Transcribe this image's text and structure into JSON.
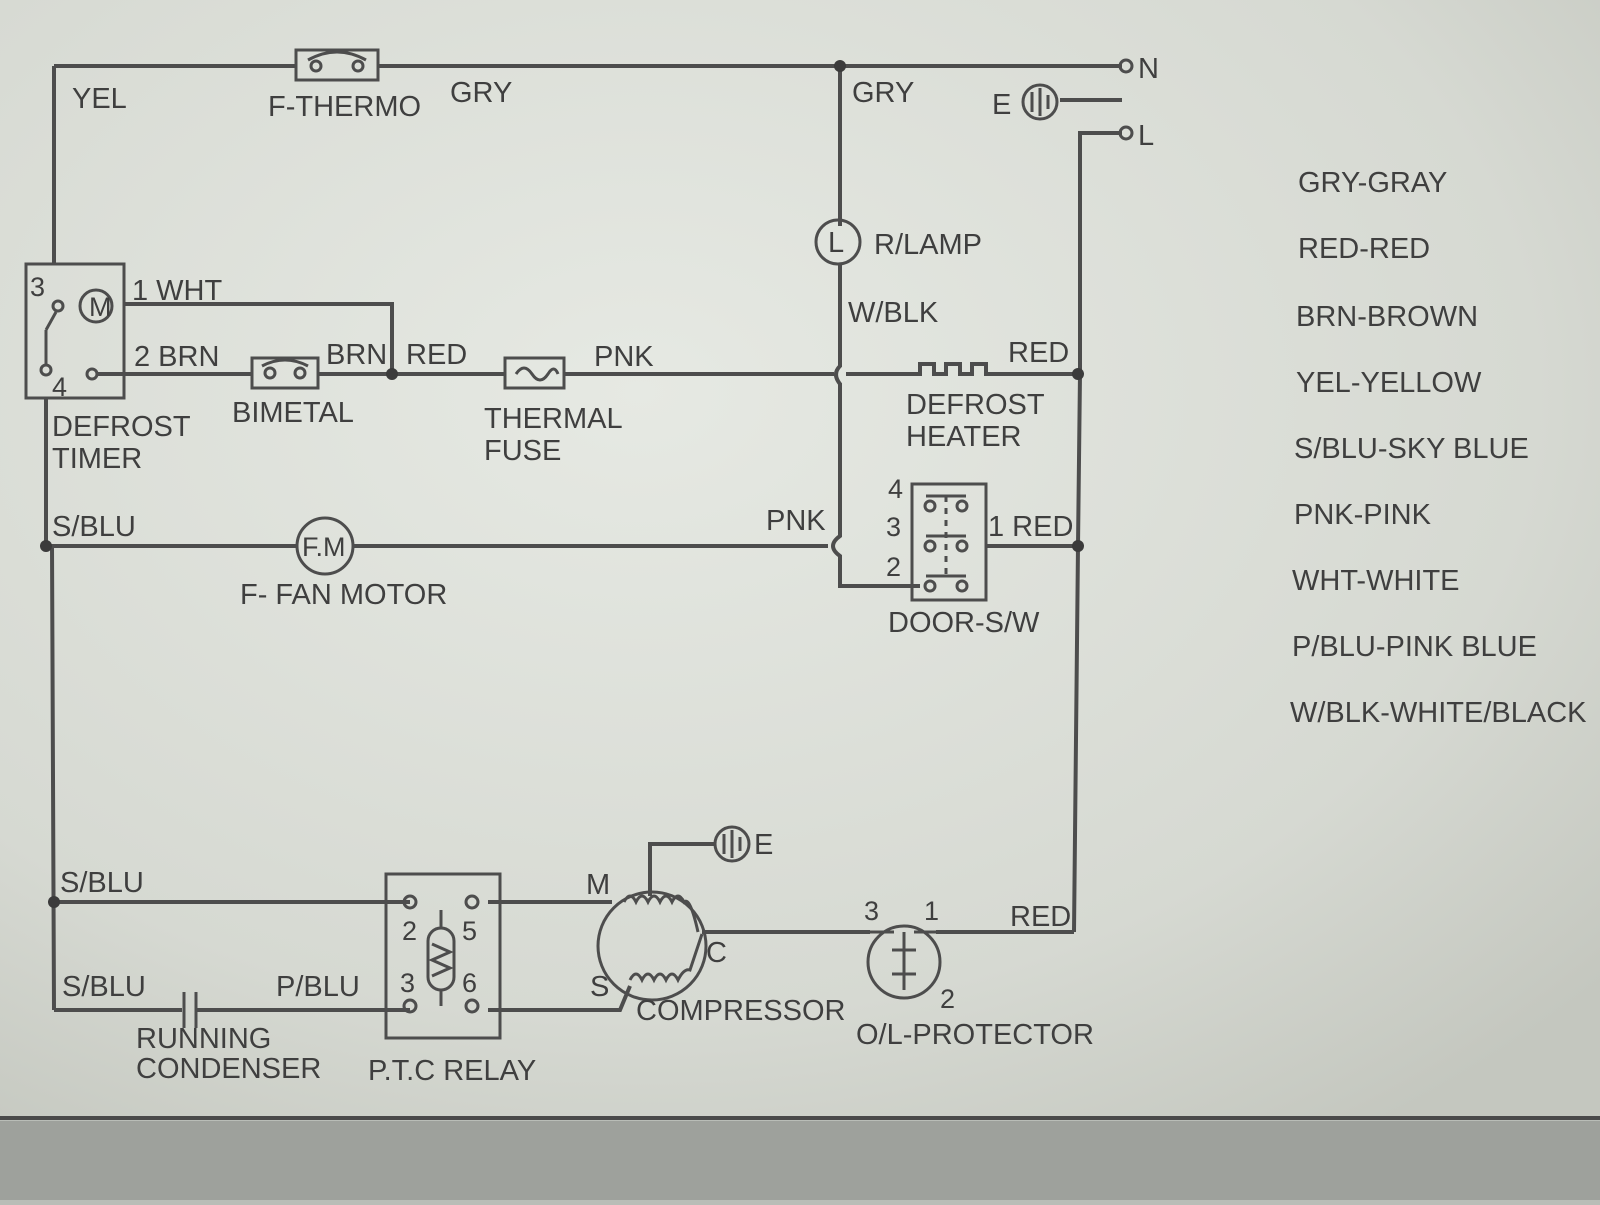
{
  "wire_labels": {
    "yel": "YEL",
    "gry_top": "GRY",
    "gry_mid": "GRY",
    "wht": "1 WHT",
    "brn2": "2 BRN",
    "brn": "BRN",
    "red1": "RED",
    "pnk1": "PNK",
    "red_heater": "RED",
    "wblk": "W/BLK",
    "sblu1": "S/BLU",
    "pnk2": "PNK",
    "red_door": "1 RED",
    "sblu2": "S/BLU",
    "sblu3": "S/BLU",
    "pblu": "P/BLU",
    "red_comp": "RED"
  },
  "components": {
    "f_thermo": "F-THERMO",
    "r_lamp": "R/LAMP",
    "lamp_symbol": "L",
    "defrost_timer_1": "DEFROST",
    "defrost_timer_2": "TIMER",
    "timer_motor": "M",
    "bimetal": "BIMETAL",
    "thermal_fuse_1": "THERMAL",
    "thermal_fuse_2": "FUSE",
    "defrost_heater_1": "DEFROST",
    "defrost_heater_2": "HEATER",
    "fan_motor_symbol": "F.M",
    "fan_motor": "F- FAN MOTOR",
    "door_switch": "DOOR-S/W",
    "running_condenser_1": "RUNNING",
    "running_condenser_2": "CONDENSER",
    "ptc_relay": "P.T.C RELAY",
    "compressor": "COMPRESSOR",
    "ol_protector": "O/L-PROTECTOR"
  },
  "terminals": {
    "N": "N",
    "L": "L",
    "E_top": "E",
    "E_comp": "E",
    "timer_3": "3",
    "timer_4": "4",
    "door_4": "4",
    "door_3": "3",
    "door_2": "2",
    "ptc_2": "2",
    "ptc_5": "5",
    "ptc_3": "3",
    "ptc_6": "6",
    "comp_M": "M",
    "comp_C": "C",
    "comp_S": "S",
    "ol_3": "3",
    "ol_1": "1",
    "ol_2": "2"
  },
  "legend": [
    "GRY-GRAY",
    "RED-RED",
    "BRN-BROWN",
    "YEL-YELLOW",
    "S/BLU-SKY BLUE",
    "PNK-PINK",
    "WHT-WHITE",
    "P/BLU-PINK BLUE",
    "W/BLK-WHITE/BLACK"
  ]
}
